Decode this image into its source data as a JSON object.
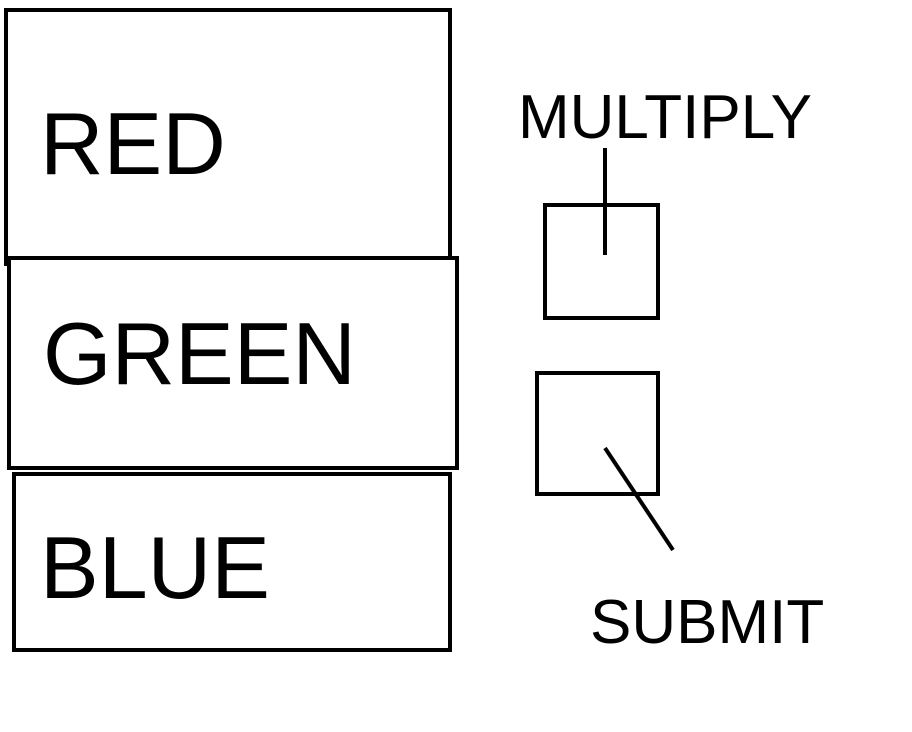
{
  "fields": [
    {
      "id": "red",
      "label": "RED"
    },
    {
      "id": "green",
      "label": "GREEN"
    },
    {
      "id": "blue",
      "label": "BLUE"
    }
  ],
  "controls": {
    "multiply_label": "MULTIPLY",
    "submit_label": "SUBMIT"
  }
}
